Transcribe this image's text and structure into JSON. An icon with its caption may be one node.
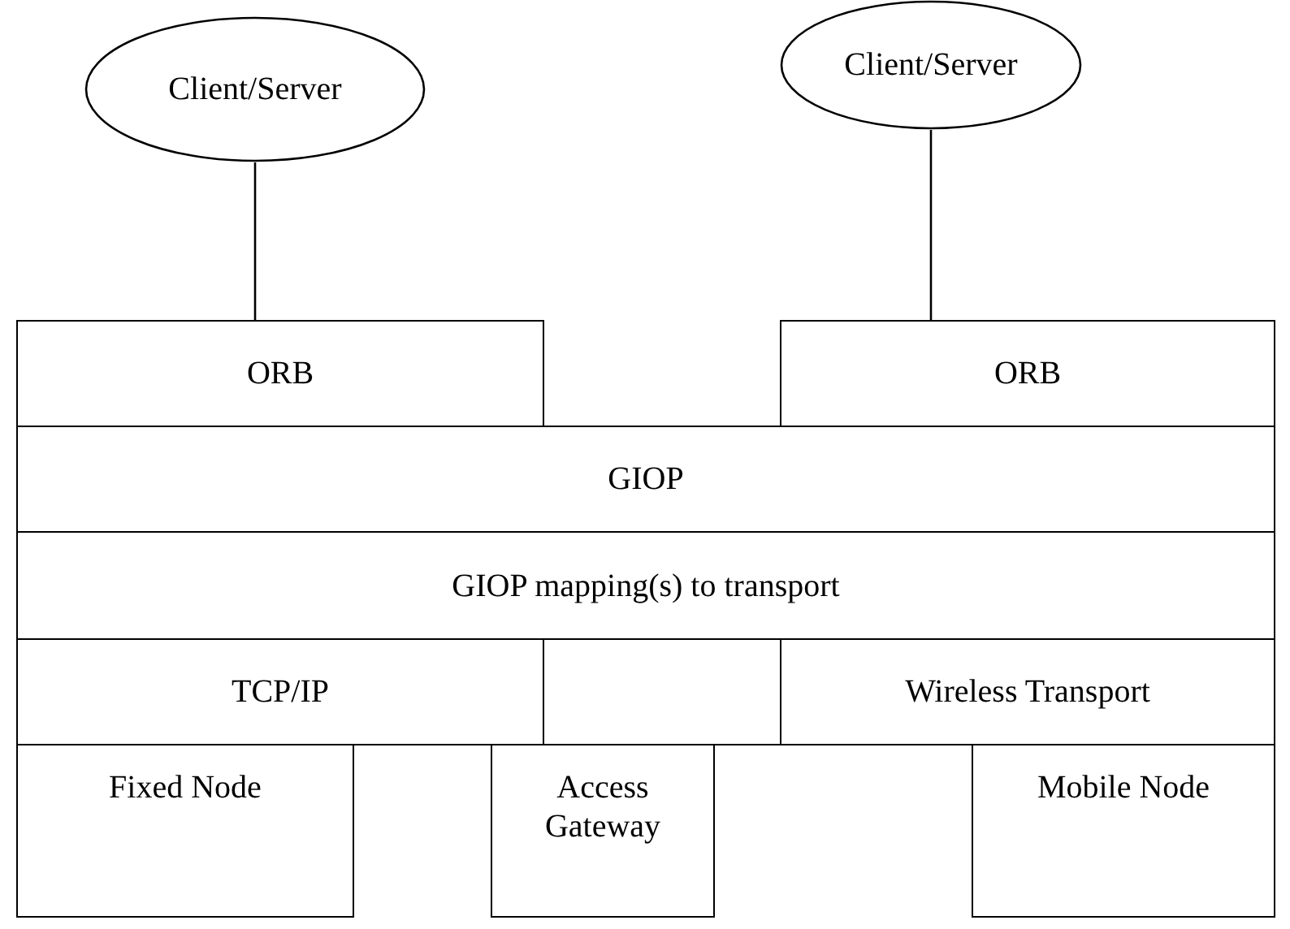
{
  "diagram": {
    "nodes": [
      {
        "text": [
          "Client/Server"
        ]
      },
      {
        "text": [
          "Client/Server"
        ]
      },
      {
        "text": [
          "ORB"
        ]
      },
      {
        "text": [
          "ORB"
        ]
      },
      {
        "text": [
          "GIOP"
        ]
      },
      {
        "text": [
          "GIOP mapping(s) to transport"
        ]
      },
      {
        "text": [
          "TCP/IP"
        ]
      },
      {
        "text": [],
        "shape": "box"
      },
      {
        "text": [
          "Wireless Transport"
        ]
      },
      {
        "text": [
          "Fixed Node"
        ]
      },
      {
        "text": [
          "Access Gateway"
        ]
      },
      {
        "text": [
          "Mobile Node"
        ]
      }
    ],
    "edges": [
      {
        "from": 0,
        "to": 2,
        "arrow": "none"
      },
      {
        "from": 1,
        "to": 3,
        "arrow": "none"
      }
    ]
  }
}
